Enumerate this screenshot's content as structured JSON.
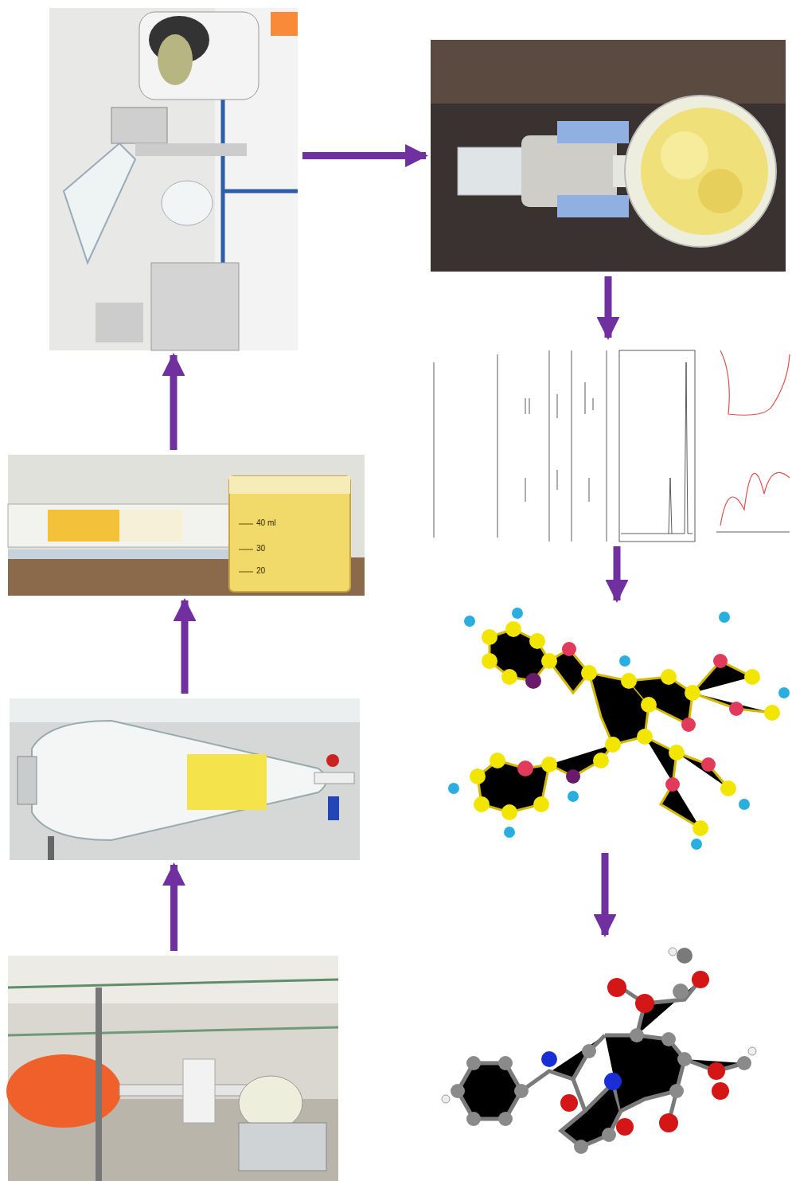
{
  "diagram": {
    "nodes": [
      {
        "text": []
      },
      {
        "text": []
      },
      {
        "text": [
          "40 ml",
          "30",
          "20"
        ]
      },
      {
        "text": []
      },
      {
        "text": []
      },
      {
        "text": []
      },
      {
        "text": []
      },
      {
        "text": []
      }
    ],
    "edges": [
      {
        "from": 0,
        "to": 1,
        "arrow": "to"
      },
      {
        "from": 1,
        "to": 2,
        "arrow": "to"
      },
      {
        "from": 2,
        "to": 3,
        "arrow": "to"
      },
      {
        "from": 3,
        "to": 4,
        "arrow": "to"
      },
      {
        "from": 4,
        "to": 5,
        "arrow": "to"
      },
      {
        "from": 5,
        "to": 6,
        "arrow": "to"
      },
      {
        "from": 6,
        "to": 7,
        "arrow": "to"
      }
    ]
  }
}
